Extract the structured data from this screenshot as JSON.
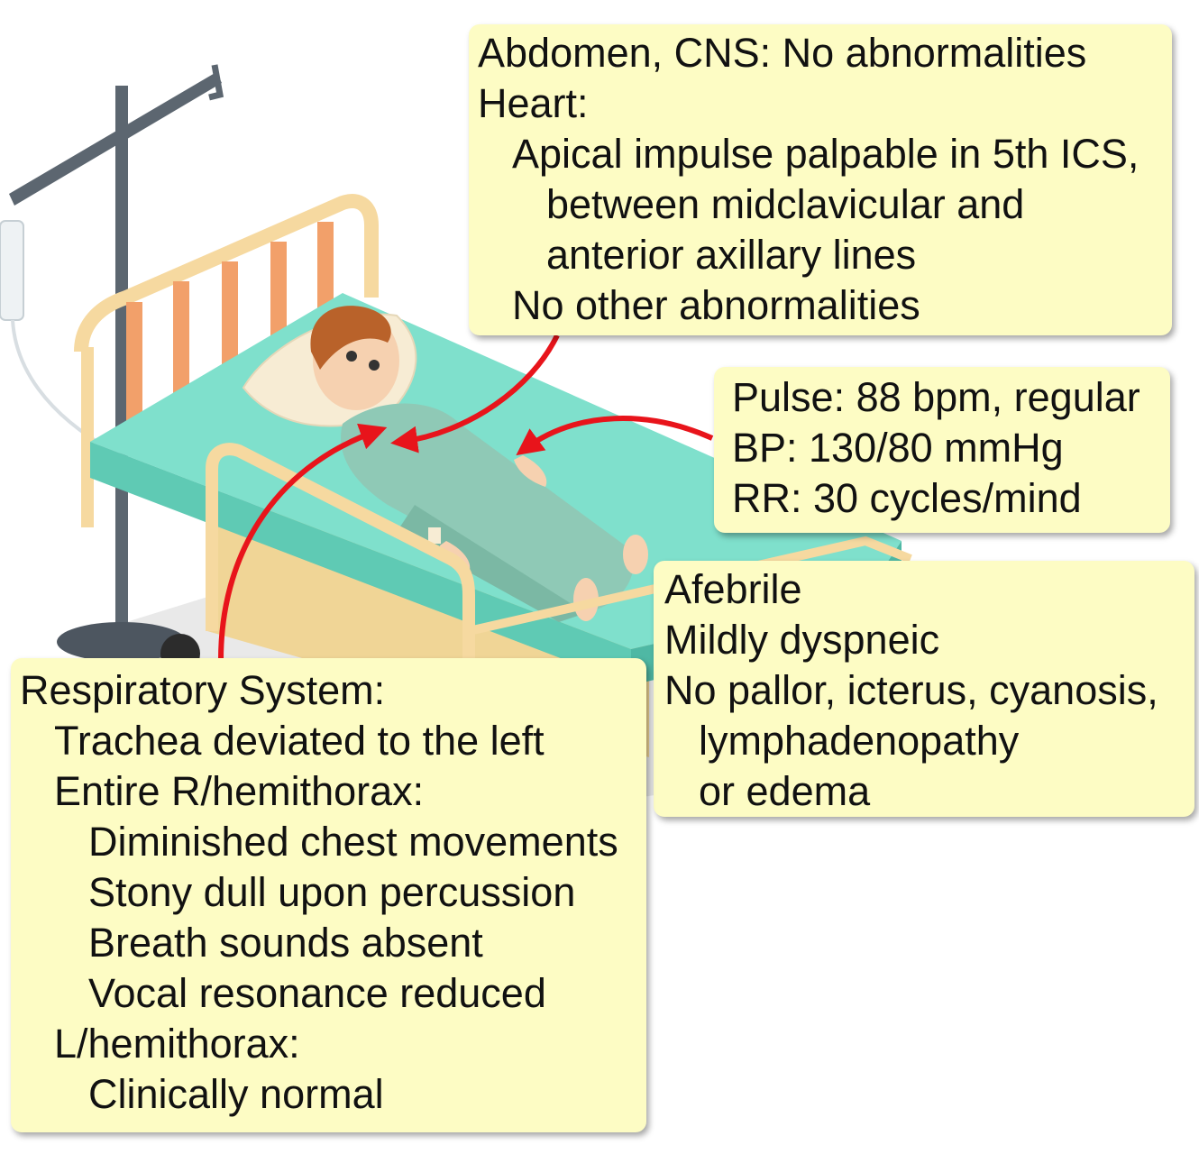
{
  "exam_box": {
    "lines": [
      "Abdomen, CNS: No abnormalities",
      "Heart:",
      "Apical impulse palpable in 5th ICS,",
      "between midclavicular and",
      "anterior axillary lines",
      "No other abnormalities"
    ]
  },
  "vitals_box": {
    "lines": [
      "Pulse: 88 bpm, regular",
      "BP: 130/80 mmHg",
      "RR: 30 cycles/mind"
    ]
  },
  "general_box": {
    "lines": [
      "Afebrile",
      "Mildly dyspneic",
      "No pallor, icterus, cyanosis,",
      "lymphadenopathy",
      "or edema"
    ]
  },
  "respiratory_box": {
    "lines": [
      "Respiratory System:",
      "Trachea deviated to the left",
      "Entire R/hemithorax:",
      "Diminished chest movements",
      "Stony dull upon percussion",
      "Breath sounds absent",
      "Vocal resonance reduced",
      "L/hemithorax:",
      "Clinically normal"
    ]
  },
  "colors": {
    "callout_bg": "#fdfcc4",
    "arrow": "#e8141b",
    "sheet": "#7fe0cc",
    "bed_frame": "#f6d9a0",
    "headboard_slats": "#f2a06a",
    "iv_pole": "#5c6670"
  },
  "illustration": "patient-lying-in-hospital-bed-icon"
}
